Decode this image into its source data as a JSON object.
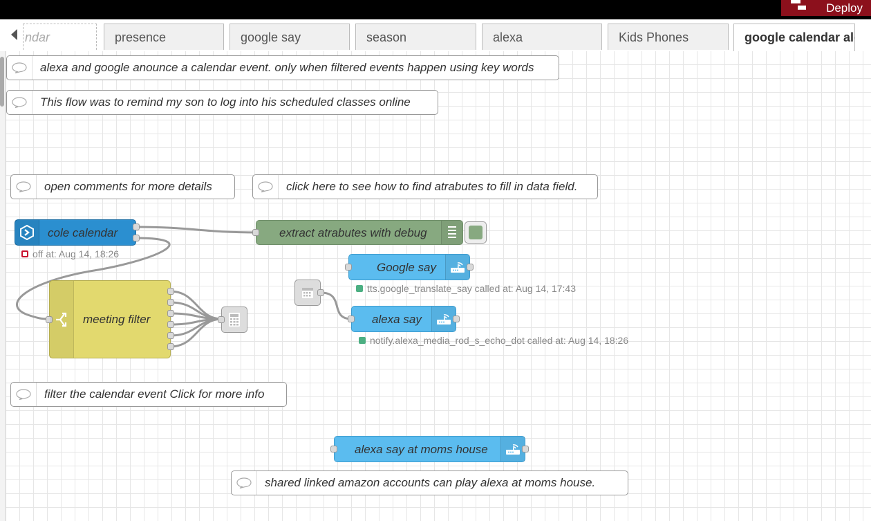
{
  "deploy": {
    "label": "Deploy"
  },
  "tabs": [
    {
      "label": "ndar",
      "state": "partial"
    },
    {
      "label": "presence"
    },
    {
      "label": "google say"
    },
    {
      "label": "season"
    },
    {
      "label": "alexa"
    },
    {
      "label": "Kids Phones"
    },
    {
      "label": "google calendar ale",
      "state": "active"
    }
  ],
  "comments": {
    "c1": "alexa and google anounce a calendar event. only when filtered events happen using key words",
    "c2": "This flow was to remind my son to log into his scheduled classes online",
    "c3": "open comments for more details",
    "c4": "click here to see how to find atrabutes to fill in data field.",
    "c5": "filter the calendar event Click for more info",
    "c6": "shared linked amazon accounts can play alexa at moms house."
  },
  "nodes": {
    "cole_calendar": {
      "label": "cole calendar",
      "status": "off at: Aug 14, 18:26",
      "color": "#2b8fd0",
      "status_color": "#c8102e"
    },
    "extract": {
      "label": "extract atrabutes with debug",
      "color": "#87a980"
    },
    "google_say": {
      "label": "Google say",
      "status": "tts.google_translate_say called at: Aug 14, 17:43",
      "color": "#5bbcef",
      "status_color": "#4caf82"
    },
    "alexa_say": {
      "label": "alexa say",
      "status": "notify.alexa_media_rod_s_echo_dot called at: Aug 14, 18:26",
      "color": "#5bbcef",
      "status_color": "#4caf82"
    },
    "meeting_filter": {
      "label": "meeting filter",
      "color": "#e2d96e"
    },
    "alexa_moms": {
      "label": "alexa say at moms house",
      "color": "#5bbcef"
    }
  },
  "icons": {
    "calendar_in": "calendar-input-icon",
    "debug": "debug-icon",
    "router": "router-icon",
    "switch": "switch-icon",
    "calc": "calculator-icon",
    "calendar": "calendar-icon",
    "comment": "comment-bubble-icon"
  }
}
